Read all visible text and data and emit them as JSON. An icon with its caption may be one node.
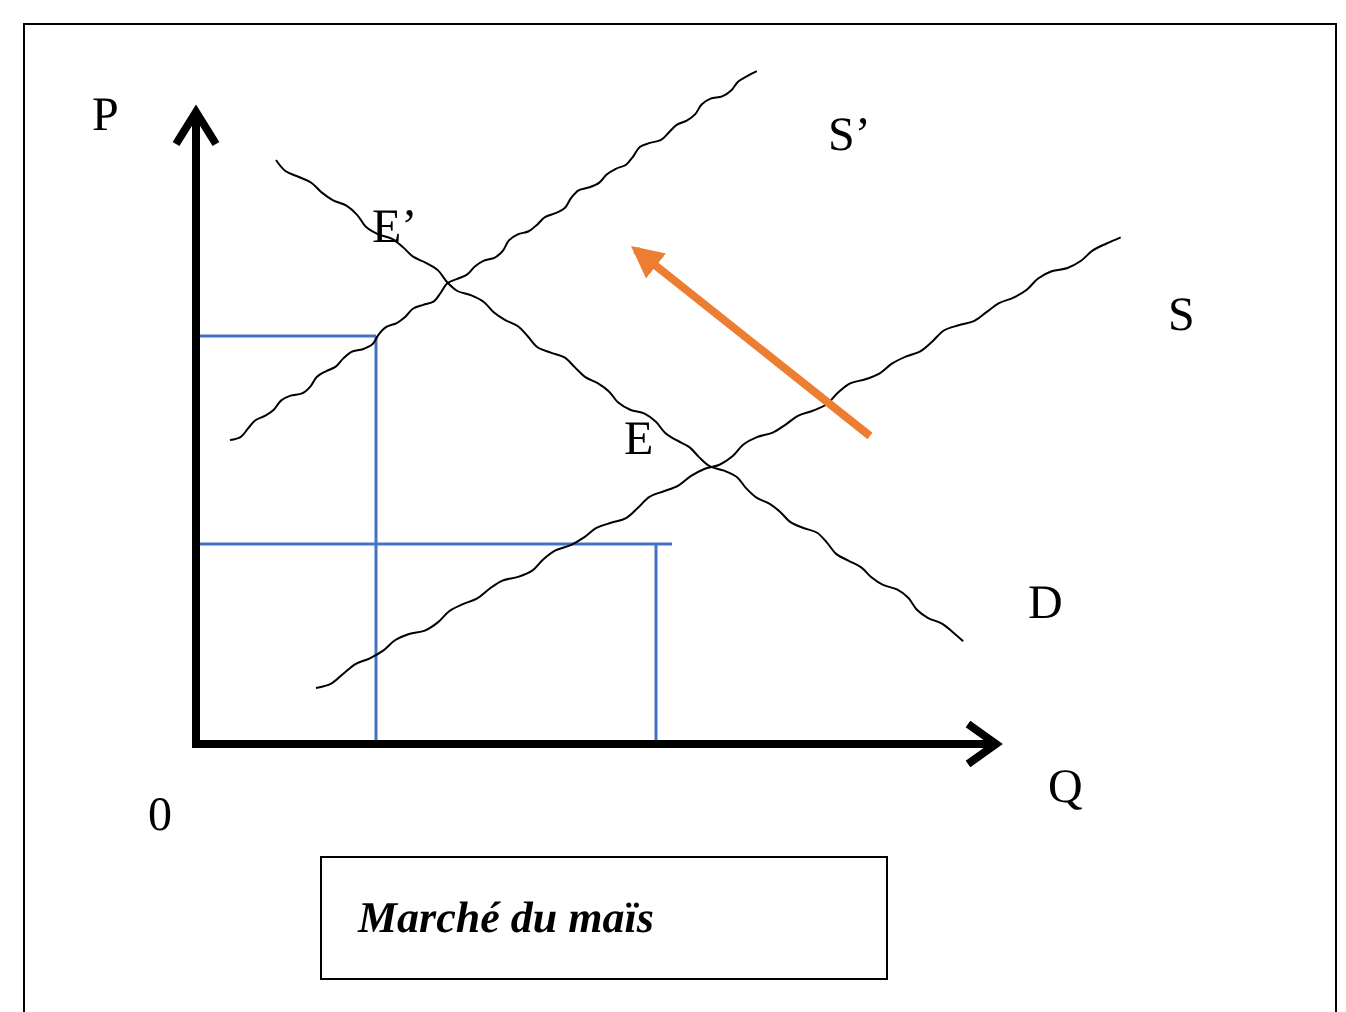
{
  "diagram": {
    "nodes": [
      {
        "text": [
          "Marché du maïs"
        ]
      }
    ],
    "labels": [
      "P",
      "S’",
      "E’",
      "S",
      "E",
      "D",
      "0",
      "Q"
    ]
  }
}
